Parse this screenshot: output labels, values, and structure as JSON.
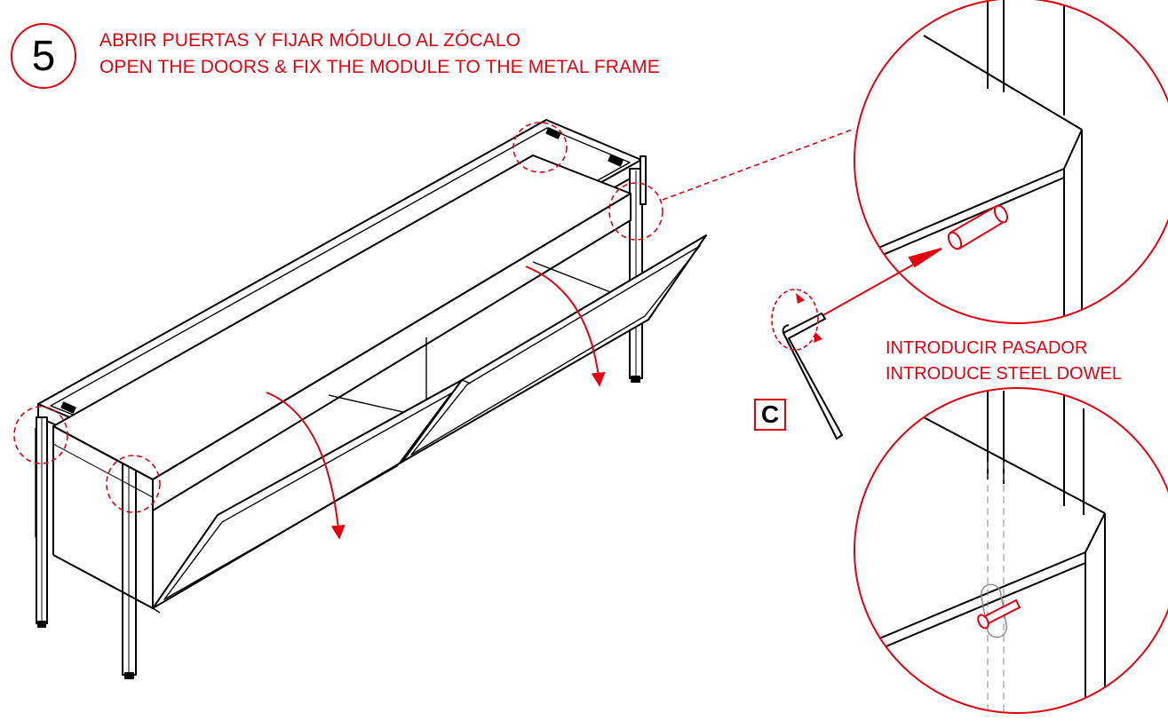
{
  "step": {
    "number": "5"
  },
  "title": {
    "es": "ABRIR PUERTAS Y FIJAR MÓDULO AL ZÓCALO",
    "en": "OPEN THE DOORS & FIX THE MODULE TO THE METAL FRAME"
  },
  "instruction": {
    "es": "INTRODUCIR PASADOR",
    "en": "INTRODUCE STEEL DOWEL"
  },
  "tool": {
    "label": "C",
    "icon": "allen-key-icon"
  },
  "colors": {
    "accent": "#e3000f",
    "line": "#000000",
    "hidden_line": "#888888"
  }
}
